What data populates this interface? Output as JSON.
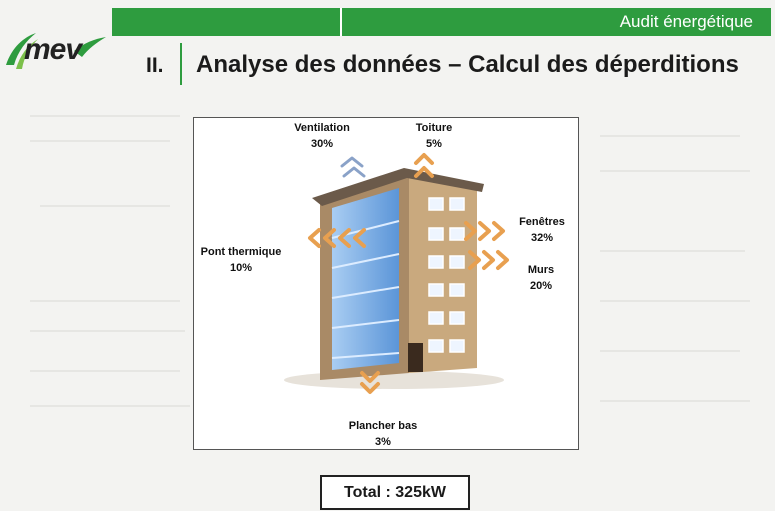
{
  "header": {
    "section_tag": "Audit énergétique",
    "section_number": "II.",
    "title": "Analyse des données – Calcul des déperditions"
  },
  "logo": {
    "text": "mev",
    "color": "#2e9c3f"
  },
  "diagram": {
    "labels": {
      "ventilation": {
        "name": "Ventilation",
        "value": "30%"
      },
      "toiture": {
        "name": "Toiture",
        "value": "5%"
      },
      "fenetres": {
        "name": "Fenêtres",
        "value": "32%"
      },
      "murs": {
        "name": "Murs",
        "value": "20%"
      },
      "pont_thermique": {
        "name": "Pont thermique",
        "value": "10%"
      },
      "plancher_bas": {
        "name": "Plancher bas",
        "value": "3%"
      }
    },
    "arrow_color": "#e8a050",
    "facade_color": "#c9a97e",
    "glass_color": "#7fb2e6"
  },
  "total": {
    "text": "Total : 325kW"
  }
}
